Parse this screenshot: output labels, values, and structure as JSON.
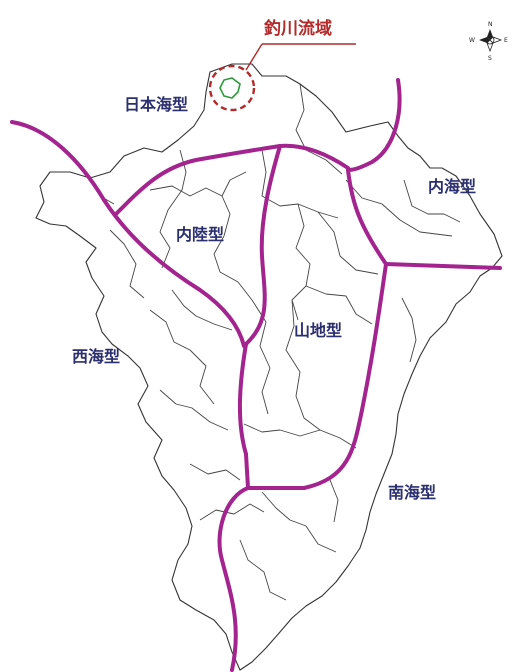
{
  "basin": {
    "label": "釣川流域",
    "color": "#b22a2a",
    "river_color": "#2e9a3a"
  },
  "regions": [
    {
      "key": "nihonkai",
      "label": "日本海型"
    },
    {
      "key": "nairiku",
      "label": "内陸型"
    },
    {
      "key": "naikai",
      "label": "内海型"
    },
    {
      "key": "sanchi",
      "label": "山地型"
    },
    {
      "key": "seikai",
      "label": "西海型"
    },
    {
      "key": "nankai",
      "label": "南海型"
    }
  ],
  "compass": {
    "n": "N",
    "s": "S",
    "e": "E",
    "w": "W"
  },
  "colors": {
    "zone_line": "#a3238f",
    "label": "#2b2f6e",
    "outline": "#333333"
  },
  "icons": {
    "compass": "compass-rose-icon",
    "basin": "dashed-circle-marker-icon"
  }
}
